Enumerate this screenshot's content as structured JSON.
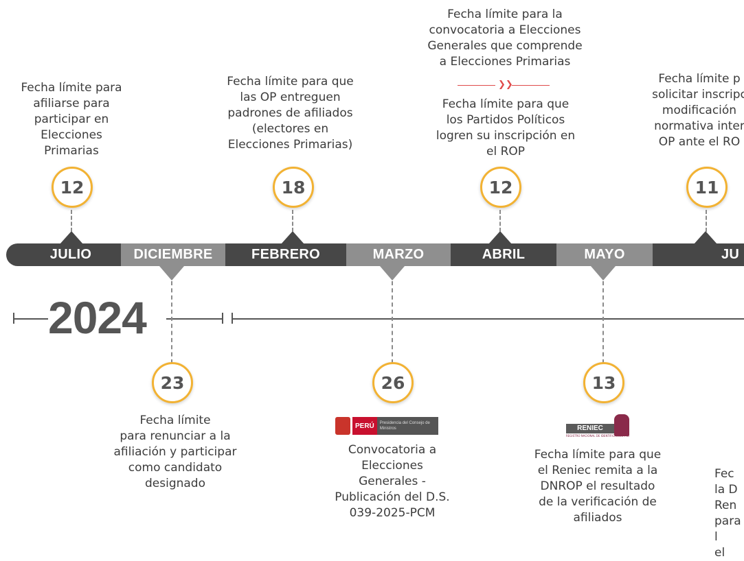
{
  "months": [
    "JULIO",
    "DICIEMBRE",
    "FEBRERO",
    "MARZO",
    "ABRIL",
    "MAYO",
    "JU"
  ],
  "year": "2024",
  "top_events": [
    {
      "day": "12",
      "text": "Fecha límite para\nafiliarse para\nparticipar en\nElecciones\nPrimarias"
    },
    {
      "day": "18",
      "text": "Fecha límite para que\nlas OP entreguen\npadrones de afiliados\n(electores en\nElecciones Primarias)"
    },
    {
      "day": "12",
      "text_upper": "Fecha límite para la\nconvocatoria a Elecciones\nGenerales que comprende\na Elecciones Primarias",
      "text": "Fecha límite para que\nlos Partidos Políticos\nlogren su inscripción en\nel ROP"
    },
    {
      "day": "11",
      "text": "Fecha límite p\nsolicitar inscripc\nmodificación\nnormativa inter\nOP ante el RO"
    }
  ],
  "bottom_events": [
    {
      "day": "23",
      "text": "Fecha límite\npara renunciar a la\nafiliación y participar\ncomo candidato\ndesignado"
    },
    {
      "day": "26",
      "logo_text": "PERÚ",
      "logo_subtext": "Presidencia del Consejo de Ministros",
      "text": "Convocatoria a\nElecciones\nGenerales -\nPublicación del D.S.\n039-2025-PCM"
    },
    {
      "day": "13",
      "logo_text": "RENIEC",
      "logo_subtext": "REGISTRO NACIONAL DE IDENTIFICACIÓN Y ESTADO CIVIL",
      "text": "Fecha límite para que\nel Reniec remita a la\nDNROP el resultado\nde la verificación de\nafiliados"
    },
    {
      "text": "Fec\nla D\nRen\npara\nl\nel"
    }
  ],
  "colors": {
    "accent": "#f2b233",
    "dark_segment": "#474747",
    "light_segment": "#8f8f8f",
    "red_divider": "#e04a4a"
  }
}
